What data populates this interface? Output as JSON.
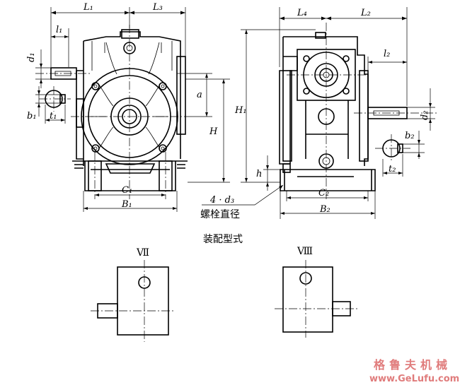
{
  "front_view": {
    "labels": {
      "L1": "L₁",
      "L3": "L₃",
      "l1": "l₁",
      "d1": "d₁",
      "b1": "b₁",
      "t1": "t₁",
      "a": "a",
      "H": "H",
      "C1": "C₁",
      "B1": "B₁"
    }
  },
  "side_view": {
    "labels": {
      "L4": "L₄",
      "L2": "L₂",
      "l2": "l₂",
      "H1": "H₁",
      "d2": "d₂",
      "b2": "b₂",
      "t2": "t₂",
      "h": "h",
      "C2": "C₂",
      "B2": "B₂"
    }
  },
  "bolt_note": {
    "count_label": "4 · d₃",
    "text": "螺栓直径"
  },
  "assembly": {
    "title": "装配型式",
    "types": [
      {
        "id": "VII",
        "label": "Ⅶ",
        "shaft_side": "left"
      },
      {
        "id": "VIII",
        "label": "Ⅷ",
        "shaft_side": "right"
      }
    ]
  },
  "watermark": {
    "chinese": "格鲁夫机械",
    "url": "www.GeLufu.com",
    "color": "#e07c7c"
  }
}
